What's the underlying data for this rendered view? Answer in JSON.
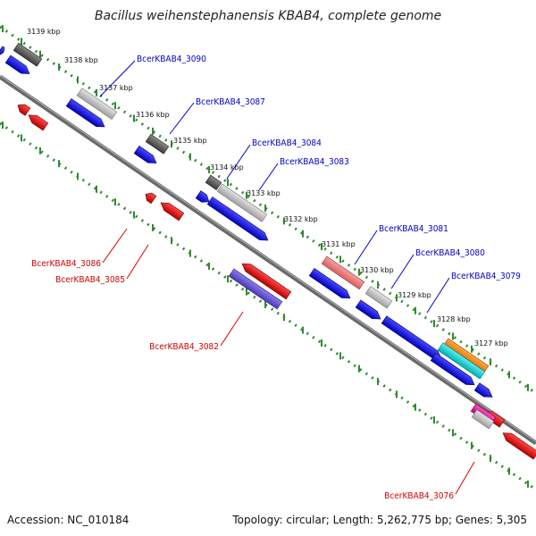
{
  "title": "Bacillus weihenstephanensis KBAB4, complete genome",
  "footer": {
    "accession": "Accession: NC_010184",
    "topology": "Topology: circular; Length: 5,262,775 bp; Genes: 5,305"
  },
  "colors": {
    "backbone": "#777777",
    "tick": "#2f8a2f",
    "forward_label": "#0000c8",
    "reverse_label": "#d40000",
    "gene_blue": "#0000ee",
    "gene_red": "#ee0000",
    "gray_dark": "#555555",
    "gray_light": "#c4c4c4"
  },
  "kbp_ticks": [
    "3139 kbp",
    "3138 kbp",
    "3137 kbp",
    "3136 kbp",
    "3135 kbp",
    "3134 kbp",
    "3133 kbp",
    "3132 kbp",
    "3131 kbp",
    "3130 kbp",
    "3129 kbp",
    "3128 kbp",
    "3127 kbp"
  ],
  "gene_labels": {
    "forward": [
      "BcerKBAB4_3090",
      "BcerKBAB4_3087",
      "BcerKBAB4_3084",
      "BcerKBAB4_3083",
      "BcerKBAB4_3081",
      "BcerKBAB4_3080",
      "BcerKBAB4_3079"
    ],
    "reverse": [
      "BcerKBAB4_3086",
      "BcerKBAB4_3085",
      "BcerKBAB4_3082",
      "BcerKBAB4_3076"
    ]
  }
}
